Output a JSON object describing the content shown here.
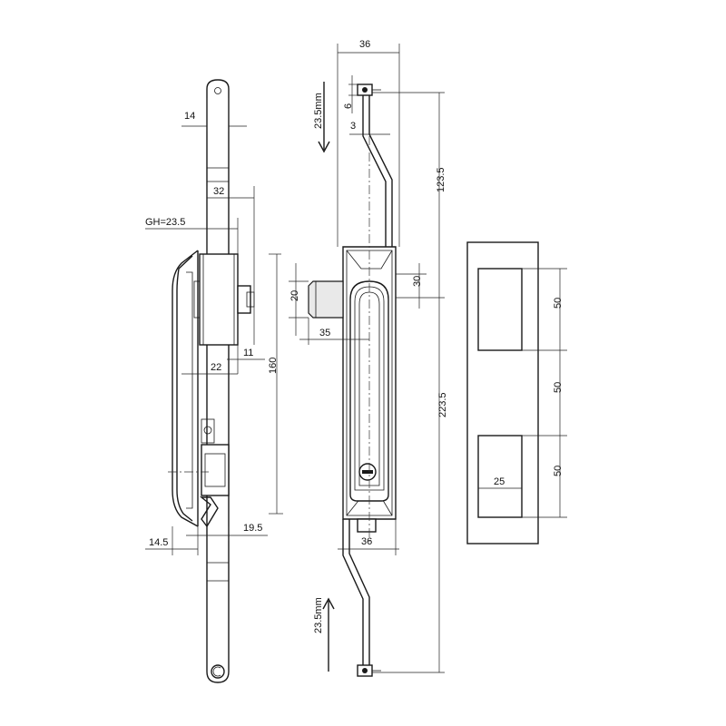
{
  "dimensions": {
    "d14": "14",
    "d32": "32",
    "gh": "GH=23.5",
    "d11": "11",
    "d22": "22",
    "d160": "160",
    "d19_5": "19.5",
    "d14_5": "14.5",
    "d36_top": "36",
    "d23_5mm_top": "23.5mm",
    "d6": "6",
    "d3": "3",
    "d123_5": "123.5",
    "d30": "30",
    "d20": "20",
    "d35": "35",
    "d223_5": "223.5",
    "d36_bottom": "36",
    "d23_5mm_bottom": "23.5mm",
    "d50_a": "50",
    "d50_b": "50",
    "d50_c": "50",
    "d25": "25"
  },
  "arrows": {
    "top": "down",
    "bottom": "up"
  }
}
